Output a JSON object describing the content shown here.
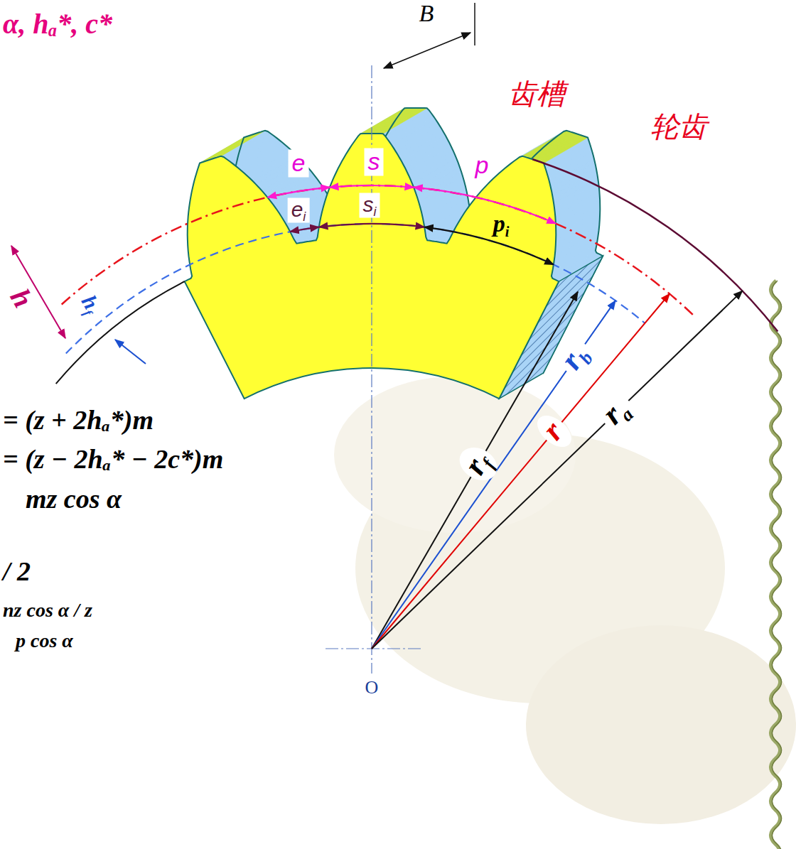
{
  "diagram": {
    "labels": [
      "α, hₐ*, c*",
      "B",
      "齿槽",
      "轮齿",
      "e",
      "s",
      "p",
      "e",
      "i",
      "s",
      "i",
      "p",
      "i",
      "h",
      "h",
      "f",
      "r",
      "f",
      "r",
      "b",
      "r",
      "r",
      "a",
      "= (z + 2hₐ*)m",
      "= (z − 2hₐ* − 2c*)m",
      "mz cos α",
      "/ 2",
      "nz cos α / z",
      "p cos α",
      "O"
    ]
  }
}
